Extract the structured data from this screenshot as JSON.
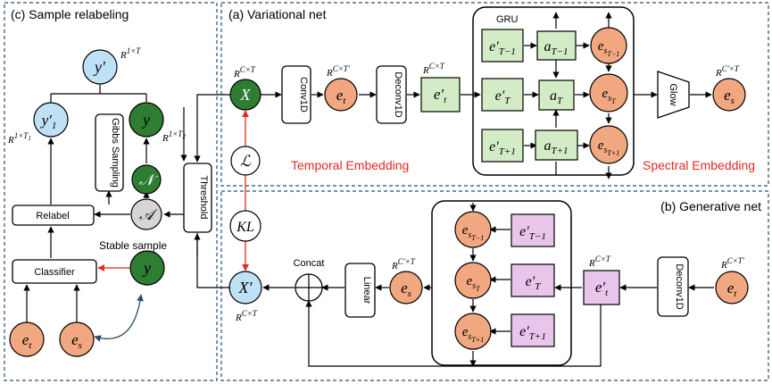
{
  "panels": {
    "relabel_title": "(c) Sample relabeling",
    "variational_title": "(a) Variational net",
    "generative_title": "(b) Generative net"
  },
  "labels": {
    "gru": "GRU",
    "temporal_embedding": "Temporal Embedding",
    "spectral_embedding": "Spectral Embedding",
    "concat": "Concat",
    "stable_sample": "Stable sample"
  },
  "blocks": {
    "conv1d": "Conv1D",
    "deconv1d_top": "Deconv1D",
    "deconv1d_bottom": "Deconv1D",
    "glow": "Glow",
    "linear": "Linear",
    "threshold": "Threshold",
    "gibbs": "Gibbs Sampling",
    "relabel": "Relabel",
    "classifier": "Classifier"
  },
  "symbols": {
    "X": "X",
    "Xp": "X′",
    "L": "ℒ",
    "KL": "KL",
    "y": "y",
    "yp": "y′",
    "y1": "y′",
    "y1_sub": "1",
    "N": "𝒩",
    "A": "𝒜",
    "e": "e"
  },
  "superscripts": {
    "X": "R^{C×T}",
    "Xp": "R^{C×T}",
    "yp": "R^{1×T}",
    "y1": "R^{1×T_1}",
    "y": "R^{1×T_2}",
    "et_top": "R^{C×T′}",
    "etp_top": "R^{C×T}",
    "es_top": "R^{C′×T}",
    "es_bottom": "R^{C′×T}",
    "etp_bottom": "R^{C×T}",
    "et_bottom": "R^{C×T′}"
  },
  "colors": {
    "orange": "#f1a77f",
    "green_dark": "#2e7d32",
    "green_light": "#d4ecc6",
    "pink": "#e8c6ec",
    "light_blue": "#bfe1f6",
    "gray": "#d6d6d6",
    "red": "#e02b20",
    "dark_blue": "#2a4d6e"
  }
}
